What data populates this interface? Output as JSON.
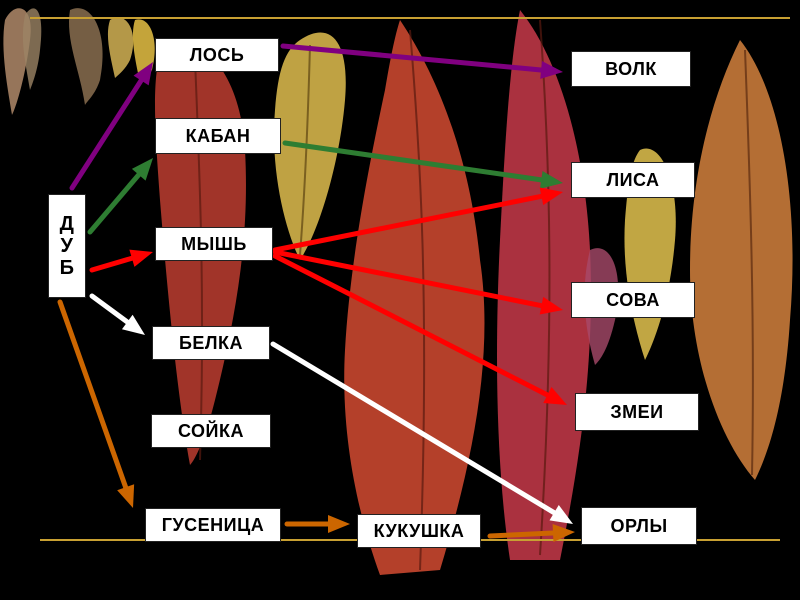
{
  "source": {
    "letters": [
      "Д",
      "У",
      "Б"
    ]
  },
  "nodes": {
    "los": "ЛОСЬ",
    "kaban": "КАБАН",
    "mysh": "МЫШЬ",
    "belka": "БЕЛКА",
    "soyka": "СОЙКА",
    "gusenitsa": "ГУСЕНИЦА",
    "kukushka": "КУКУШКА",
    "volk": "ВОЛК",
    "lisa": "ЛИСА",
    "sova": "СОВА",
    "zmei": "ЗМЕИ",
    "orly": "ОРЛЫ"
  },
  "arrows": [
    {
      "from": "dub",
      "to": "los",
      "color": "#800080"
    },
    {
      "from": "dub",
      "to": "kaban",
      "color": "#2e7d32"
    },
    {
      "from": "dub",
      "to": "mysh",
      "color": "#ff0000"
    },
    {
      "from": "dub",
      "to": "belka",
      "color": "#ffffff"
    },
    {
      "from": "dub",
      "to": "gusenitsa",
      "color": "#cc6600"
    },
    {
      "from": "los",
      "to": "volk",
      "color": "#800080"
    },
    {
      "from": "kaban",
      "to": "lisa",
      "color": "#2e7d32"
    },
    {
      "from": "mysh",
      "to": "lisa",
      "color": "#ff0000"
    },
    {
      "from": "mysh",
      "to": "sova",
      "color": "#ff0000"
    },
    {
      "from": "mysh",
      "to": "zmei",
      "color": "#ff0000"
    },
    {
      "from": "belka",
      "to": "orly",
      "color": "#ffffff"
    },
    {
      "from": "gusenitsa",
      "to": "kukushka",
      "color": "#cc6600"
    },
    {
      "from": "kukushka",
      "to": "orly",
      "color": "#cc6600"
    }
  ],
  "colors": {
    "background": "#000000",
    "guide_line": "#c8a032"
  }
}
